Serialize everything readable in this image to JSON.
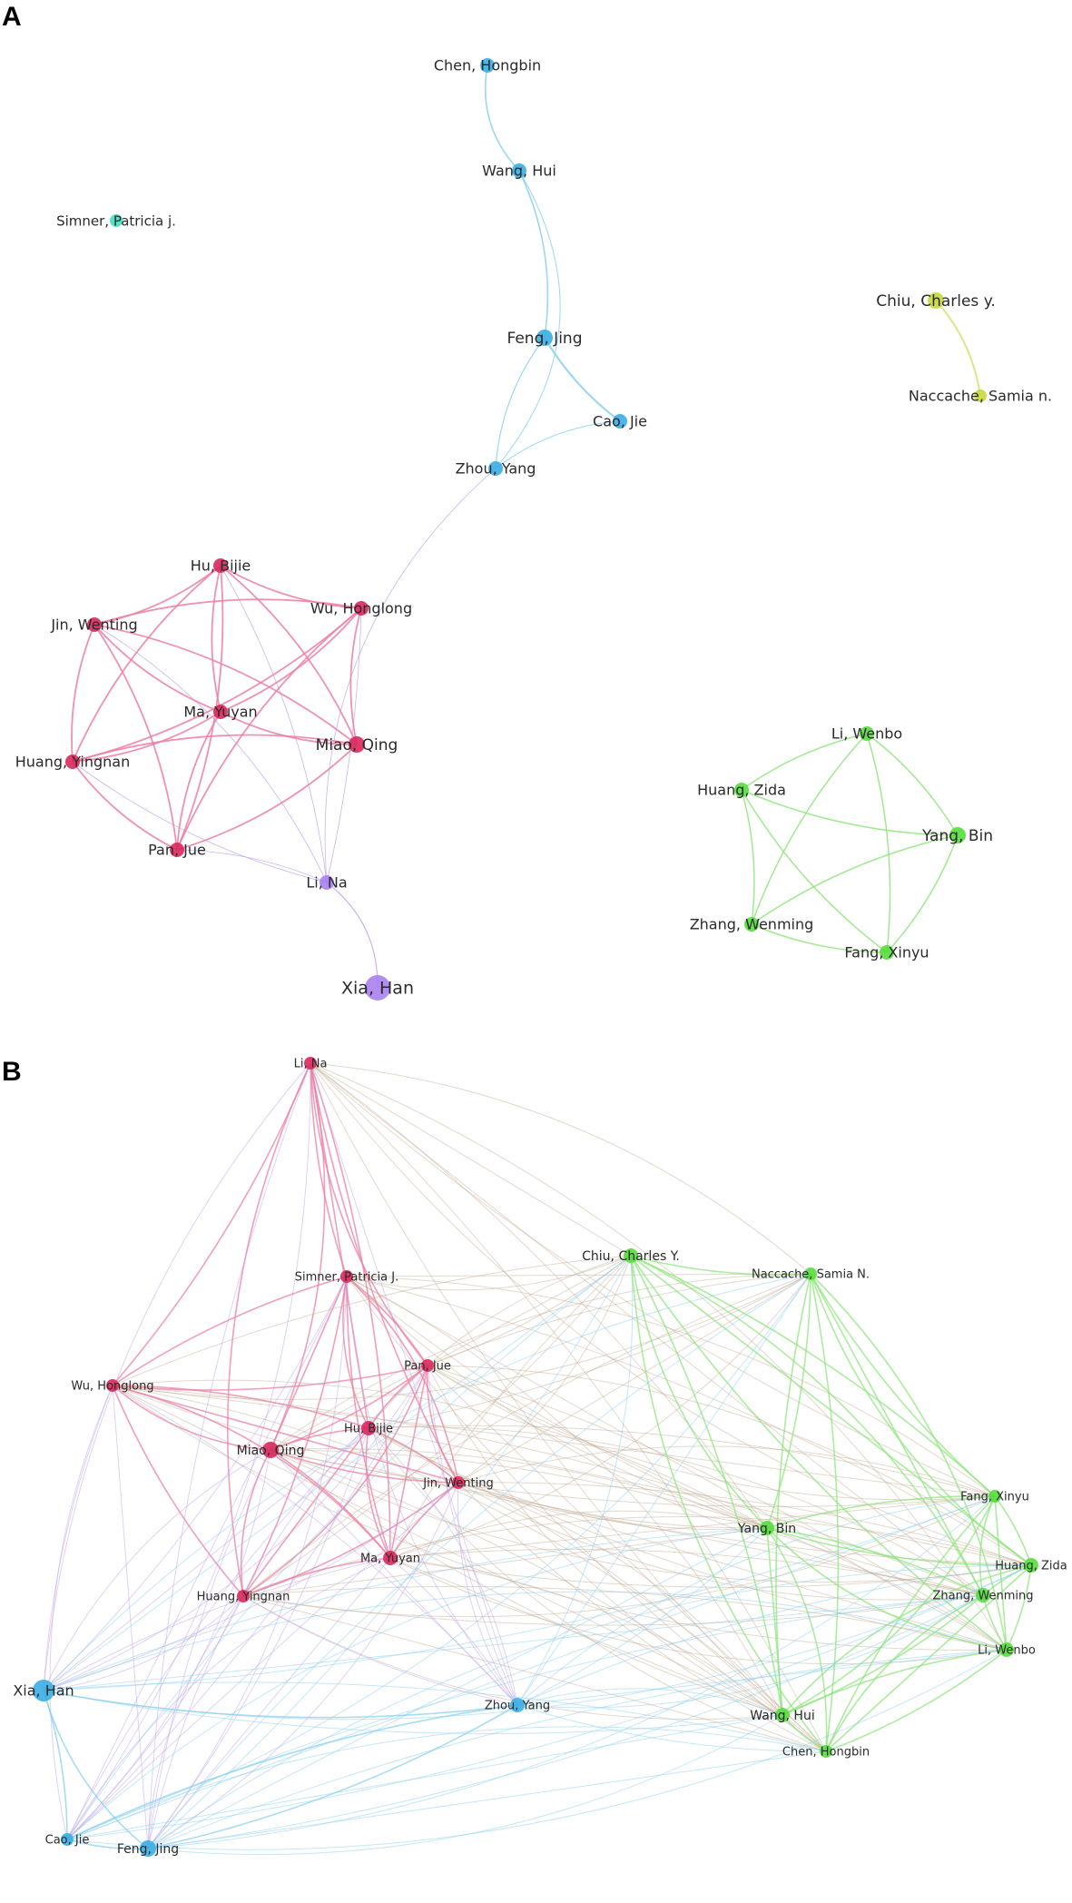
{
  "figure": {
    "panel_a_label": "A",
    "panel_b_label": "B"
  },
  "colors": {
    "red": "#d8285c",
    "blue": "#3aaee4",
    "green": "#55dd3c",
    "purple": "#a97ff0",
    "yellow": "#c6d83a",
    "teal": "#3fe0c0",
    "edge_red": "#ec7fa3",
    "edge_blue": "#8bd0f0",
    "edge_green": "#8fe57d",
    "edge_purple": "#bfa6ee",
    "edge_yellow": "#d8e170",
    "edge_brown": "#c2a890"
  },
  "panel_a": {
    "nodes": [
      {
        "id": "chen_hongbin",
        "label": "Chen, Hongbin",
        "cluster": "blue"
      },
      {
        "id": "wang_hui",
        "label": "Wang, Hui",
        "cluster": "blue"
      },
      {
        "id": "feng_jing",
        "label": "Feng, Jing",
        "cluster": "blue"
      },
      {
        "id": "cao_jie",
        "label": "Cao, Jie",
        "cluster": "blue"
      },
      {
        "id": "zhou_yang",
        "label": "Zhou, Yang",
        "cluster": "blue"
      },
      {
        "id": "simner",
        "label": "Simner, Patricia j.",
        "cluster": "teal"
      },
      {
        "id": "chiu",
        "label": "Chiu, Charles y.",
        "cluster": "yellow"
      },
      {
        "id": "naccache",
        "label": "Naccache, Samia n.",
        "cluster": "yellow"
      },
      {
        "id": "hu_bijie",
        "label": "Hu, Bijie",
        "cluster": "red"
      },
      {
        "id": "wu_honglong",
        "label": "Wu, Honglong",
        "cluster": "red"
      },
      {
        "id": "jin_wenting",
        "label": "Jin, Wenting",
        "cluster": "red"
      },
      {
        "id": "ma_yuyan",
        "label": "Ma, Yuyan",
        "cluster": "red"
      },
      {
        "id": "miao_qing",
        "label": "Miao, Qing",
        "cluster": "red"
      },
      {
        "id": "huang_yingnan",
        "label": "Huang, Yingnan",
        "cluster": "red"
      },
      {
        "id": "pan_jue",
        "label": "Pan, Jue",
        "cluster": "red"
      },
      {
        "id": "li_na",
        "label": "Li, Na",
        "cluster": "purple"
      },
      {
        "id": "xia_han",
        "label": "Xia, Han",
        "cluster": "purple"
      },
      {
        "id": "li_wenbo",
        "label": "Li, Wenbo",
        "cluster": "green"
      },
      {
        "id": "huang_zida",
        "label": "Huang, Zida",
        "cluster": "green"
      },
      {
        "id": "yang_bin",
        "label": "Yang, Bin",
        "cluster": "green"
      },
      {
        "id": "zhang_wenming",
        "label": "Zhang, Wenming",
        "cluster": "green"
      },
      {
        "id": "fang_xinyu",
        "label": "Fang, Xinyu",
        "cluster": "green"
      }
    ]
  },
  "panel_b": {
    "nodes": [
      {
        "id": "li_na",
        "label": "Li, Na",
        "cluster": "red"
      },
      {
        "id": "simner",
        "label": "Simner, Patricia J.",
        "cluster": "red"
      },
      {
        "id": "wu_honglong",
        "label": "Wu, Honglong",
        "cluster": "red"
      },
      {
        "id": "pan_jue",
        "label": "Pan, Jue",
        "cluster": "red"
      },
      {
        "id": "hu_bijie",
        "label": "Hu, Bijie",
        "cluster": "red"
      },
      {
        "id": "miao_qing",
        "label": "Miao, Qing",
        "cluster": "red"
      },
      {
        "id": "jin_wenting",
        "label": "Jin, Wenting",
        "cluster": "red"
      },
      {
        "id": "ma_yuyan",
        "label": "Ma, Yuyan",
        "cluster": "red"
      },
      {
        "id": "huang_yingnan",
        "label": "Huang, Yingnan",
        "cluster": "red"
      },
      {
        "id": "chiu",
        "label": "Chiu, Charles Y.",
        "cluster": "green"
      },
      {
        "id": "naccache",
        "label": "Naccache, Samia N.",
        "cluster": "green"
      },
      {
        "id": "fang_xinyu",
        "label": "Fang, Xinyu",
        "cluster": "green"
      },
      {
        "id": "yang_bin",
        "label": "Yang, Bin",
        "cluster": "green"
      },
      {
        "id": "huang_zida",
        "label": "Huang, Zida",
        "cluster": "green"
      },
      {
        "id": "zhang_wenming",
        "label": "Zhang, Wenming",
        "cluster": "green"
      },
      {
        "id": "li_wenbo",
        "label": "Li, Wenbo",
        "cluster": "green"
      },
      {
        "id": "wang_hui",
        "label": "Wang, Hui",
        "cluster": "green"
      },
      {
        "id": "chen_hongbin",
        "label": "Chen, Hongbin",
        "cluster": "green"
      },
      {
        "id": "xia_han",
        "label": "Xia, Han",
        "cluster": "blue"
      },
      {
        "id": "zhou_yang",
        "label": "Zhou, Yang",
        "cluster": "blue"
      },
      {
        "id": "cao_jie",
        "label": "Cao, Jie",
        "cluster": "blue"
      },
      {
        "id": "feng_jing",
        "label": "Feng, Jing",
        "cluster": "blue"
      }
    ]
  }
}
